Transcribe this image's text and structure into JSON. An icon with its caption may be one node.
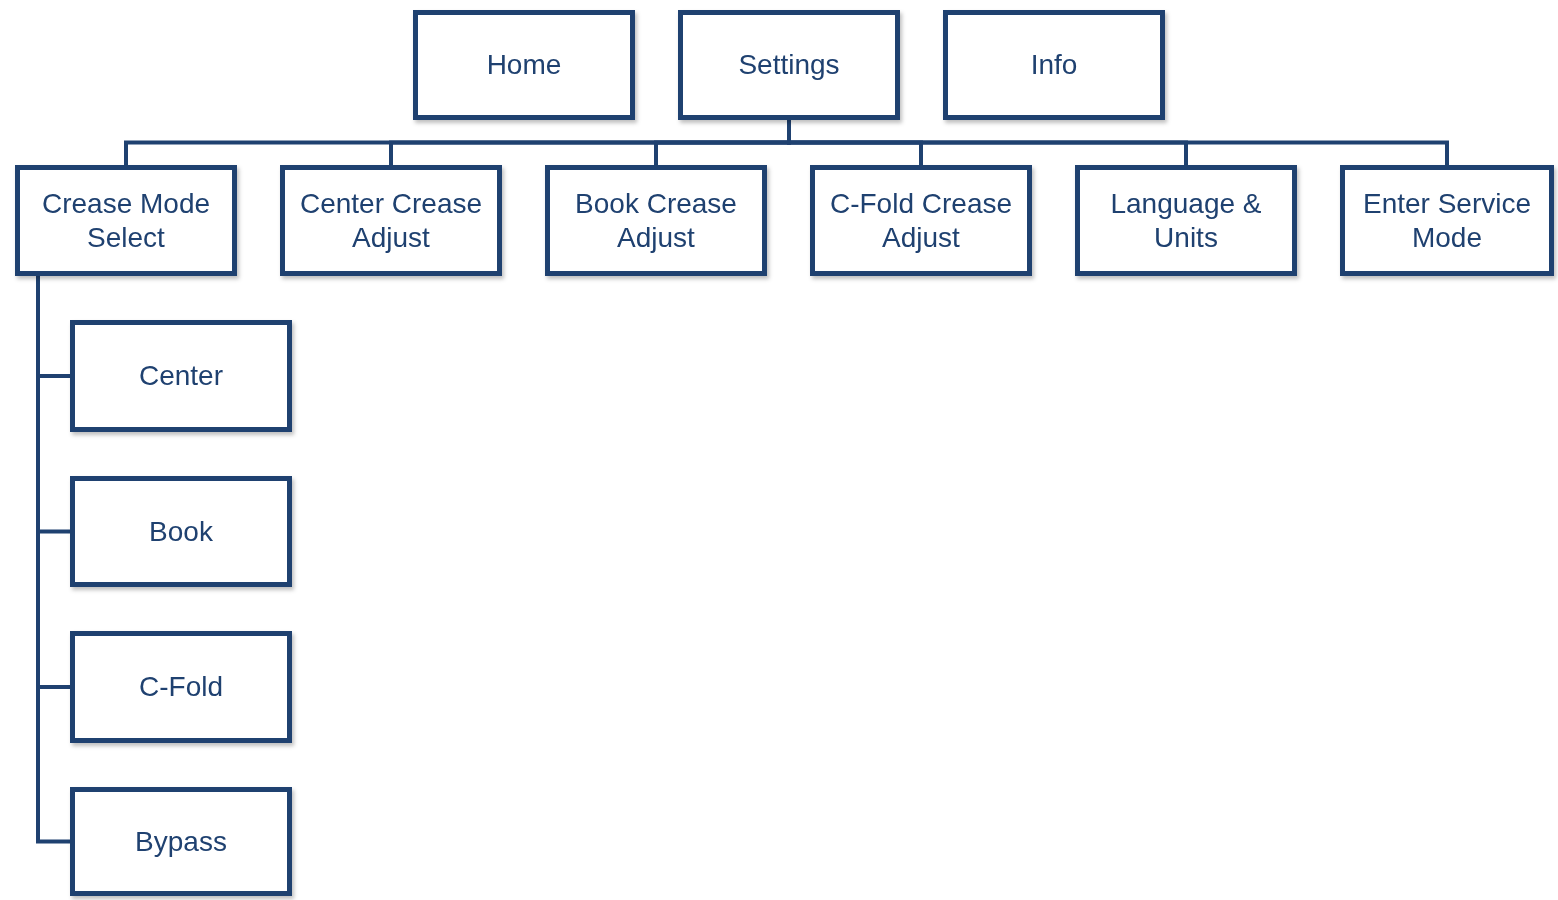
{
  "diagram": {
    "nodes": [
      {
        "text": [
          "Home"
        ]
      },
      {
        "text": [
          "Settings"
        ]
      },
      {
        "text": [
          "Info"
        ]
      },
      {
        "text": [
          "Crease Mode Select"
        ]
      },
      {
        "text": [
          "Center Crease Adjust"
        ]
      },
      {
        "text": [
          "Book Crease Adjust"
        ]
      },
      {
        "text": [
          "C-Fold Crease Adjust"
        ]
      },
      {
        "text": [
          "Language & Units"
        ]
      },
      {
        "text": [
          "Enter Service Mode"
        ]
      },
      {
        "text": [
          "Center"
        ]
      },
      {
        "text": [
          "Book"
        ]
      },
      {
        "text": [
          "C-Fold"
        ]
      },
      {
        "text": [
          "Bypass"
        ]
      }
    ],
    "edges": [
      {
        "from": 1,
        "to": 3,
        "arrow": "none"
      },
      {
        "from": 1,
        "to": 4,
        "arrow": "none"
      },
      {
        "from": 1,
        "to": 5,
        "arrow": "none"
      },
      {
        "from": 1,
        "to": 6,
        "arrow": "none"
      },
      {
        "from": 1,
        "to": 7,
        "arrow": "none"
      },
      {
        "from": 1,
        "to": 8,
        "arrow": "none"
      },
      {
        "from": 3,
        "to": 9,
        "arrow": "none"
      },
      {
        "from": 3,
        "to": 10,
        "arrow": "none"
      },
      {
        "from": 3,
        "to": 11,
        "arrow": "none"
      },
      {
        "from": 3,
        "to": 12,
        "arrow": "none"
      }
    ]
  }
}
